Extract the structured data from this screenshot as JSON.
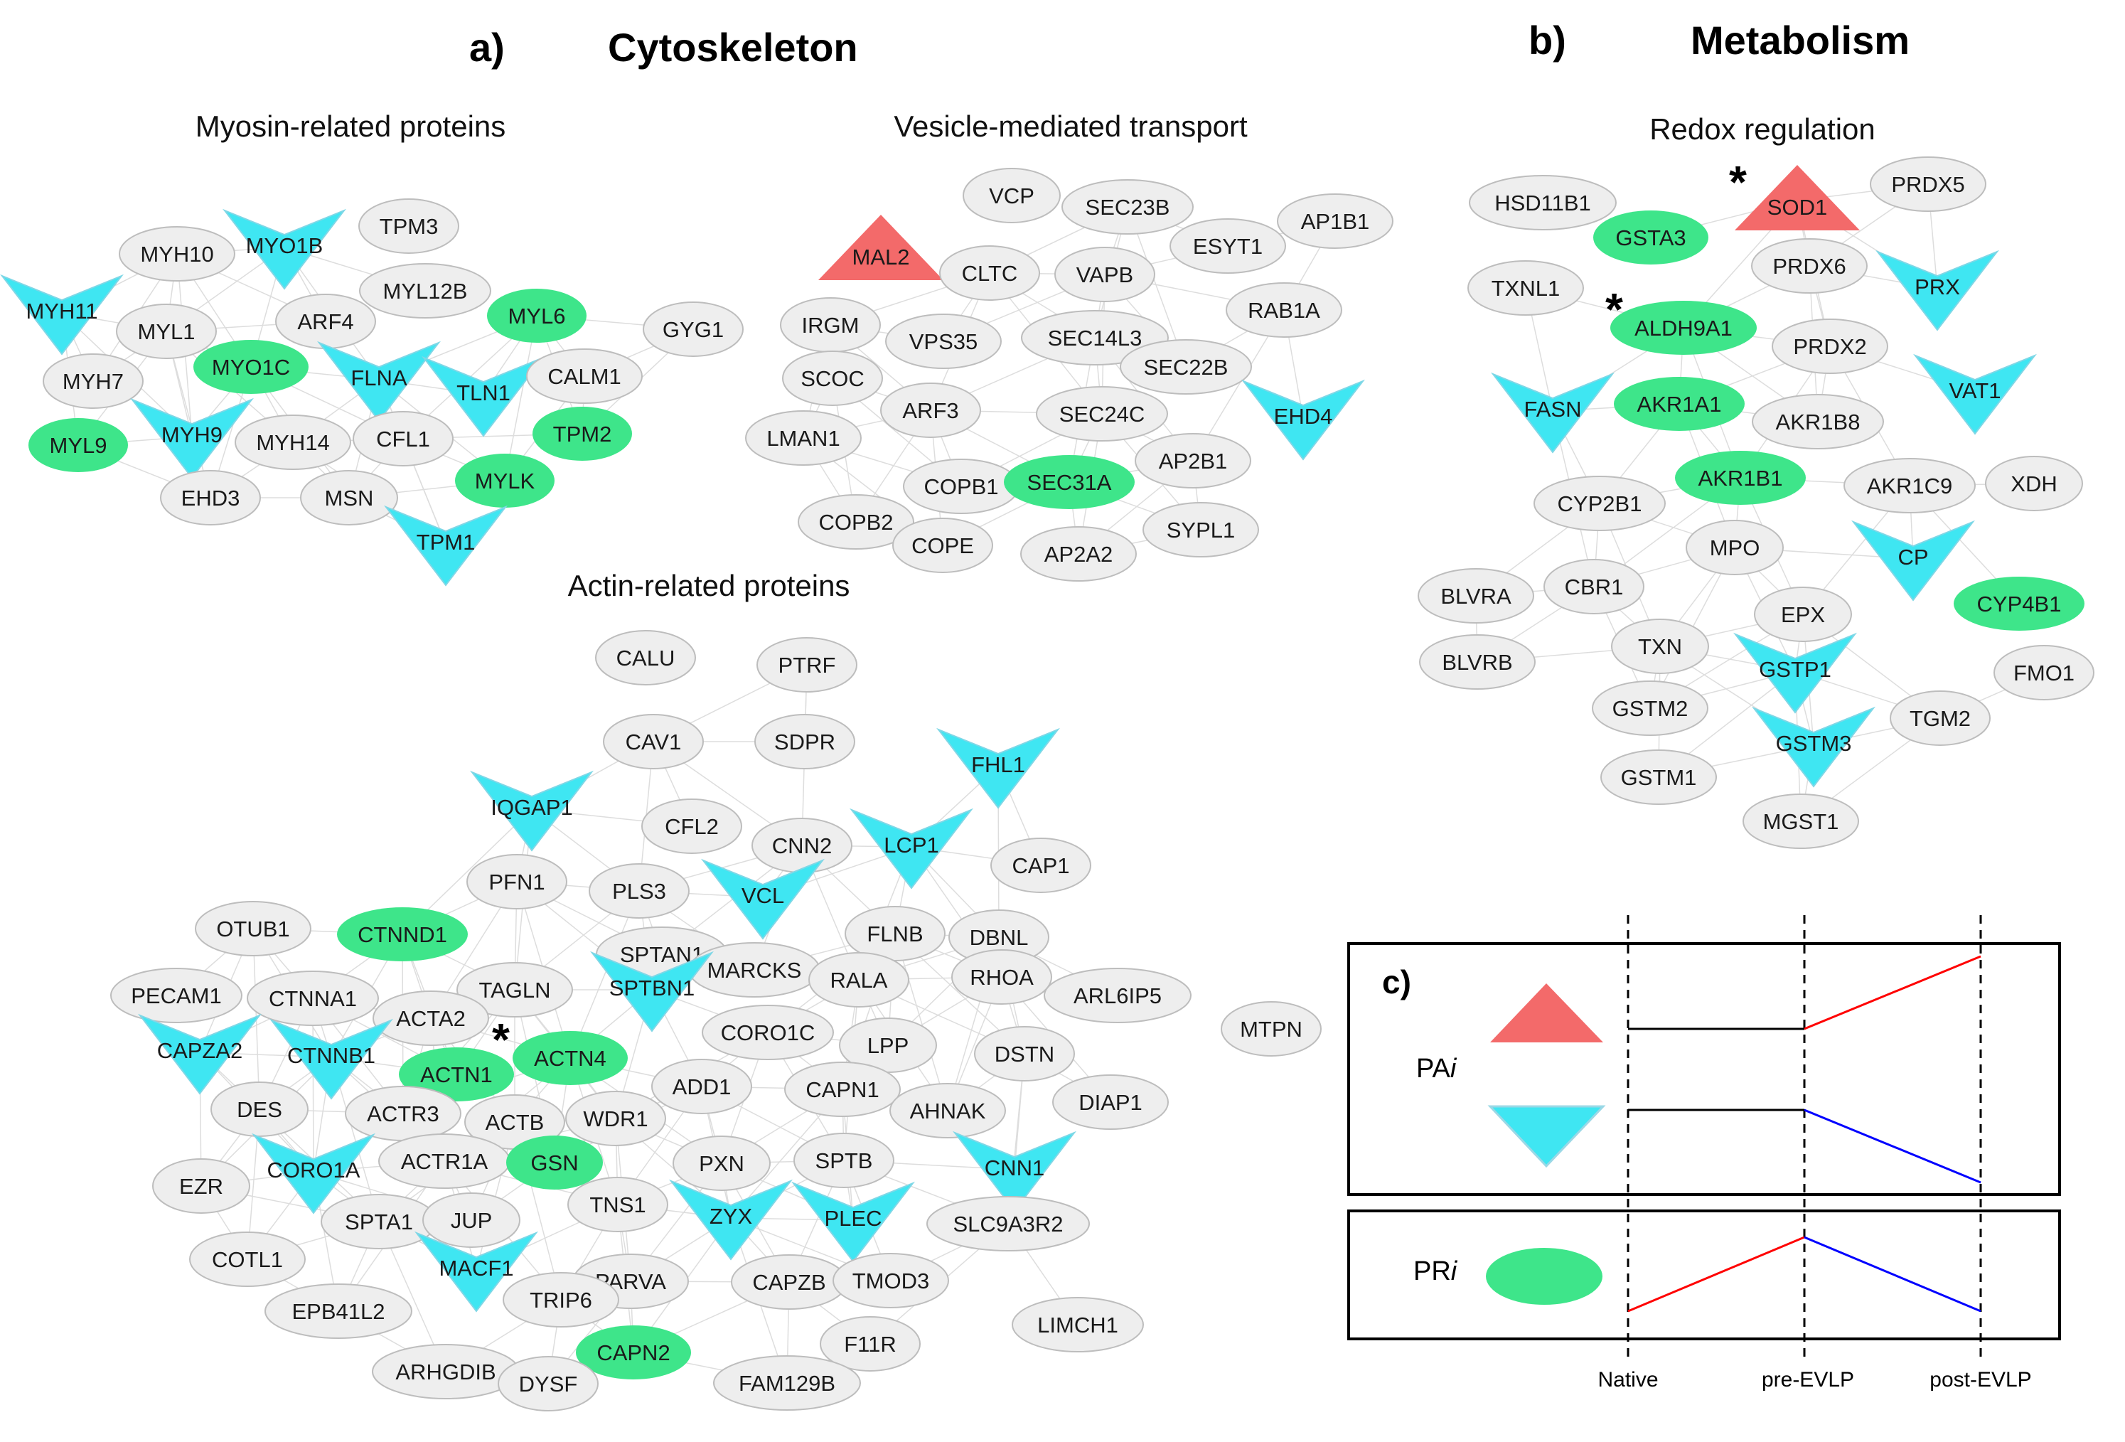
{
  "headers": {
    "a_letter": "a)",
    "a_title": "Cytoskeleton",
    "b_letter": "b)",
    "b_title": "Metabolism",
    "c_letter": "c)"
  },
  "subtitles": {
    "myosin": "Myosin-related proteins",
    "vesicle": "Vesicle-mediated transport",
    "actin": "Actin-related proteins",
    "redox": "Redox regulation"
  },
  "colors": {
    "gray_fill": "#eeeeee",
    "gray_stroke": "#bdbdbd",
    "green": "#3ee58a",
    "cyan": "#3fe6f2",
    "red": "#f36a6a",
    "edge": "#dddddd",
    "up_line": "#ff0000",
    "down_line": "#0000ff"
  },
  "networks": {
    "myosin": [
      {
        "label": "TPM3",
        "shape": "ellipse",
        "color": "gray"
      },
      {
        "label": "MYH10",
        "shape": "ellipse",
        "color": "gray"
      },
      {
        "label": "MYO1B",
        "shape": "vee",
        "color": "cyan"
      },
      {
        "label": "MYL12B",
        "shape": "ellipse",
        "color": "gray"
      },
      {
        "label": "MYH11",
        "shape": "vee",
        "color": "cyan"
      },
      {
        "label": "MYL1",
        "shape": "ellipse",
        "color": "gray"
      },
      {
        "label": "ARF4",
        "shape": "ellipse",
        "color": "gray"
      },
      {
        "label": "MYL6",
        "shape": "ellipse",
        "color": "green"
      },
      {
        "label": "GYG1",
        "shape": "ellipse",
        "color": "gray"
      },
      {
        "label": "MYH7",
        "shape": "ellipse",
        "color": "gray"
      },
      {
        "label": "MYO1C",
        "shape": "ellipse",
        "color": "green"
      },
      {
        "label": "FLNA",
        "shape": "vee",
        "color": "cyan"
      },
      {
        "label": "TLN1",
        "shape": "vee",
        "color": "cyan"
      },
      {
        "label": "CALM1",
        "shape": "ellipse",
        "color": "gray"
      },
      {
        "label": "MYL9",
        "shape": "ellipse",
        "color": "green"
      },
      {
        "label": "MYH9",
        "shape": "vee",
        "color": "cyan"
      },
      {
        "label": "MYH14",
        "shape": "ellipse",
        "color": "gray"
      },
      {
        "label": "CFL1",
        "shape": "ellipse",
        "color": "gray"
      },
      {
        "label": "TPM2",
        "shape": "ellipse",
        "color": "green"
      },
      {
        "label": "EHD3",
        "shape": "ellipse",
        "color": "gray"
      },
      {
        "label": "MSN",
        "shape": "ellipse",
        "color": "gray"
      },
      {
        "label": "MYLK",
        "shape": "ellipse",
        "color": "green"
      },
      {
        "label": "TPM1",
        "shape": "vee",
        "color": "cyan"
      }
    ],
    "vesicle": [
      {
        "label": "VCP",
        "shape": "ellipse",
        "color": "gray"
      },
      {
        "label": "SEC23B",
        "shape": "ellipse",
        "color": "gray"
      },
      {
        "label": "AP1B1",
        "shape": "ellipse",
        "color": "gray"
      },
      {
        "label": "MAL2",
        "shape": "triangle",
        "color": "red"
      },
      {
        "label": "CLTC",
        "shape": "ellipse",
        "color": "gray"
      },
      {
        "label": "VAPB",
        "shape": "ellipse",
        "color": "gray"
      },
      {
        "label": "ESYT1",
        "shape": "ellipse",
        "color": "gray"
      },
      {
        "label": "RAB1A",
        "shape": "ellipse",
        "color": "gray"
      },
      {
        "label": "IRGM",
        "shape": "ellipse",
        "color": "gray"
      },
      {
        "label": "VPS35",
        "shape": "ellipse",
        "color": "gray"
      },
      {
        "label": "SEC14L3",
        "shape": "ellipse",
        "color": "gray"
      },
      {
        "label": "SCOC",
        "shape": "ellipse",
        "color": "gray"
      },
      {
        "label": "SEC22B",
        "shape": "ellipse",
        "color": "gray"
      },
      {
        "label": "ARF3",
        "shape": "ellipse",
        "color": "gray"
      },
      {
        "label": "SEC24C",
        "shape": "ellipse",
        "color": "gray"
      },
      {
        "label": "EHD4",
        "shape": "vee",
        "color": "cyan"
      },
      {
        "label": "LMAN1",
        "shape": "ellipse",
        "color": "gray"
      },
      {
        "label": "AP2B1",
        "shape": "ellipse",
        "color": "gray"
      },
      {
        "label": "COPB1",
        "shape": "ellipse",
        "color": "gray"
      },
      {
        "label": "SEC31A",
        "shape": "ellipse",
        "color": "green"
      },
      {
        "label": "COPB2",
        "shape": "ellipse",
        "color": "gray"
      },
      {
        "label": "COPE",
        "shape": "ellipse",
        "color": "gray"
      },
      {
        "label": "SYPL1",
        "shape": "ellipse",
        "color": "gray"
      },
      {
        "label": "AP2A2",
        "shape": "ellipse",
        "color": "gray"
      }
    ],
    "actin": [
      {
        "label": "CALU",
        "shape": "ellipse",
        "color": "gray"
      },
      {
        "label": "PTRF",
        "shape": "ellipse",
        "color": "gray"
      },
      {
        "label": "CAV1",
        "shape": "ellipse",
        "color": "gray"
      },
      {
        "label": "SDPR",
        "shape": "ellipse",
        "color": "gray"
      },
      {
        "label": "FHL1",
        "shape": "vee",
        "color": "cyan"
      },
      {
        "label": "IQGAP1",
        "shape": "vee",
        "color": "cyan"
      },
      {
        "label": "CFL2",
        "shape": "ellipse",
        "color": "gray"
      },
      {
        "label": "CNN2",
        "shape": "ellipse",
        "color": "gray"
      },
      {
        "label": "LCP1",
        "shape": "vee",
        "color": "cyan"
      },
      {
        "label": "CAP1",
        "shape": "ellipse",
        "color": "gray"
      },
      {
        "label": "PFN1",
        "shape": "ellipse",
        "color": "gray"
      },
      {
        "label": "PLS3",
        "shape": "ellipse",
        "color": "gray"
      },
      {
        "label": "VCL",
        "shape": "vee",
        "color": "cyan"
      },
      {
        "label": "OTUB1",
        "shape": "ellipse",
        "color": "gray"
      },
      {
        "label": "CTNND1",
        "shape": "ellipse",
        "color": "green"
      },
      {
        "label": "SPTAN1",
        "shape": "ellipse",
        "color": "gray"
      },
      {
        "label": "FLNB",
        "shape": "ellipse",
        "color": "gray"
      },
      {
        "label": "DBNL",
        "shape": "ellipse",
        "color": "gray"
      },
      {
        "label": "PECAM1",
        "shape": "ellipse",
        "color": "gray"
      },
      {
        "label": "CTNNA1",
        "shape": "ellipse",
        "color": "gray"
      },
      {
        "label": "TAGLN",
        "shape": "ellipse",
        "color": "gray"
      },
      {
        "label": "MARCKS",
        "shape": "ellipse",
        "color": "gray"
      },
      {
        "label": "RALA",
        "shape": "ellipse",
        "color": "gray"
      },
      {
        "label": "RHOA",
        "shape": "ellipse",
        "color": "gray"
      },
      {
        "label": "ARL6IP5",
        "shape": "ellipse",
        "color": "gray"
      },
      {
        "label": "ACTA2",
        "shape": "ellipse",
        "color": "gray"
      },
      {
        "label": "SPTBN1",
        "shape": "vee",
        "color": "cyan"
      },
      {
        "label": "MTPN",
        "shape": "ellipse",
        "color": "gray"
      },
      {
        "label": "CAPZA2",
        "shape": "vee",
        "color": "cyan"
      },
      {
        "label": "CTNNB1",
        "shape": "vee",
        "color": "cyan"
      },
      {
        "label": "ACTN1",
        "shape": "ellipse",
        "color": "green"
      },
      {
        "label": "ACTN4",
        "shape": "ellipse",
        "color": "green",
        "star": true
      },
      {
        "label": "CORO1C",
        "shape": "ellipse",
        "color": "gray"
      },
      {
        "label": "LPP",
        "shape": "ellipse",
        "color": "gray"
      },
      {
        "label": "DSTN",
        "shape": "ellipse",
        "color": "gray"
      },
      {
        "label": "DES",
        "shape": "ellipse",
        "color": "gray"
      },
      {
        "label": "ACTR3",
        "shape": "ellipse",
        "color": "gray"
      },
      {
        "label": "ADD1",
        "shape": "ellipse",
        "color": "gray"
      },
      {
        "label": "CAPN1",
        "shape": "ellipse",
        "color": "gray"
      },
      {
        "label": "DIAP1",
        "shape": "ellipse",
        "color": "gray"
      },
      {
        "label": "ACTB",
        "shape": "ellipse",
        "color": "gray"
      },
      {
        "label": "WDR1",
        "shape": "ellipse",
        "color": "gray"
      },
      {
        "label": "AHNAK",
        "shape": "ellipse",
        "color": "gray"
      },
      {
        "label": "CORO1A",
        "shape": "vee",
        "color": "cyan"
      },
      {
        "label": "ACTR1A",
        "shape": "ellipse",
        "color": "gray"
      },
      {
        "label": "GSN",
        "shape": "ellipse",
        "color": "green"
      },
      {
        "label": "PXN",
        "shape": "ellipse",
        "color": "gray"
      },
      {
        "label": "SPTB",
        "shape": "ellipse",
        "color": "gray"
      },
      {
        "label": "CNN1",
        "shape": "vee",
        "color": "cyan"
      },
      {
        "label": "EZR",
        "shape": "ellipse",
        "color": "gray"
      },
      {
        "label": "SPTA1",
        "shape": "ellipse",
        "color": "gray"
      },
      {
        "label": "JUP",
        "shape": "ellipse",
        "color": "gray"
      },
      {
        "label": "TNS1",
        "shape": "ellipse",
        "color": "gray"
      },
      {
        "label": "ZYX",
        "shape": "vee",
        "color": "cyan"
      },
      {
        "label": "PLEC",
        "shape": "vee",
        "color": "cyan"
      },
      {
        "label": "SLC9A3R2",
        "shape": "ellipse",
        "color": "gray"
      },
      {
        "label": "COTL1",
        "shape": "ellipse",
        "color": "gray"
      },
      {
        "label": "MACF1",
        "shape": "vee",
        "color": "cyan"
      },
      {
        "label": "PARVA",
        "shape": "ellipse",
        "color": "gray"
      },
      {
        "label": "CAPZB",
        "shape": "ellipse",
        "color": "gray"
      },
      {
        "label": "TMOD3",
        "shape": "ellipse",
        "color": "gray"
      },
      {
        "label": "EPB41L2",
        "shape": "ellipse",
        "color": "gray"
      },
      {
        "label": "TRIP6",
        "shape": "ellipse",
        "color": "gray"
      },
      {
        "label": "LIMCH1",
        "shape": "ellipse",
        "color": "gray"
      },
      {
        "label": "CAPN2",
        "shape": "ellipse",
        "color": "green"
      },
      {
        "label": "F11R",
        "shape": "ellipse",
        "color": "gray"
      },
      {
        "label": "ARHGDIB",
        "shape": "ellipse",
        "color": "gray"
      },
      {
        "label": "DYSF",
        "shape": "ellipse",
        "color": "gray"
      },
      {
        "label": "FAM129B",
        "shape": "ellipse",
        "color": "gray"
      }
    ],
    "redox": [
      {
        "label": "HSD11B1",
        "shape": "ellipse",
        "color": "gray"
      },
      {
        "label": "SOD1",
        "shape": "triangle",
        "color": "red",
        "star": true
      },
      {
        "label": "PRDX5",
        "shape": "ellipse",
        "color": "gray"
      },
      {
        "label": "GSTA3",
        "shape": "ellipse",
        "color": "green"
      },
      {
        "label": "PRDX6",
        "shape": "ellipse",
        "color": "gray"
      },
      {
        "label": "TXNL1",
        "shape": "ellipse",
        "color": "gray"
      },
      {
        "label": "PRX",
        "shape": "vee",
        "color": "cyan"
      },
      {
        "label": "ALDH9A1",
        "shape": "ellipse",
        "color": "green",
        "star": true
      },
      {
        "label": "PRDX2",
        "shape": "ellipse",
        "color": "gray"
      },
      {
        "label": "VAT1",
        "shape": "vee",
        "color": "cyan"
      },
      {
        "label": "FASN",
        "shape": "vee",
        "color": "cyan"
      },
      {
        "label": "AKR1A1",
        "shape": "ellipse",
        "color": "green"
      },
      {
        "label": "AKR1B8",
        "shape": "ellipse",
        "color": "gray"
      },
      {
        "label": "AKR1B1",
        "shape": "ellipse",
        "color": "green"
      },
      {
        "label": "AKR1C9",
        "shape": "ellipse",
        "color": "gray"
      },
      {
        "label": "XDH",
        "shape": "ellipse",
        "color": "gray"
      },
      {
        "label": "CYP2B1",
        "shape": "ellipse",
        "color": "gray"
      },
      {
        "label": "MPO",
        "shape": "ellipse",
        "color": "gray"
      },
      {
        "label": "CP",
        "shape": "vee",
        "color": "cyan"
      },
      {
        "label": "BLVRA",
        "shape": "ellipse",
        "color": "gray"
      },
      {
        "label": "CBR1",
        "shape": "ellipse",
        "color": "gray"
      },
      {
        "label": "CYP4B1",
        "shape": "ellipse",
        "color": "green"
      },
      {
        "label": "EPX",
        "shape": "ellipse",
        "color": "gray"
      },
      {
        "label": "TXN",
        "shape": "ellipse",
        "color": "gray"
      },
      {
        "label": "BLVRB",
        "shape": "ellipse",
        "color": "gray"
      },
      {
        "label": "GSTP1",
        "shape": "vee",
        "color": "cyan"
      },
      {
        "label": "FMO1",
        "shape": "ellipse",
        "color": "gray"
      },
      {
        "label": "GSTM2",
        "shape": "ellipse",
        "color": "gray"
      },
      {
        "label": "TGM2",
        "shape": "ellipse",
        "color": "gray"
      },
      {
        "label": "GSTM3",
        "shape": "vee",
        "color": "cyan"
      },
      {
        "label": "GSTM1",
        "shape": "ellipse",
        "color": "gray"
      },
      {
        "label": "MGST1",
        "shape": "ellipse",
        "color": "gray"
      }
    ]
  },
  "legend": {
    "pai_prefix": "PA",
    "pai_suffix": "i",
    "pri_prefix": "PR",
    "pri_suffix": "i",
    "timepoints": [
      "Native",
      "pre-EVLP",
      "post-EVLP"
    ],
    "pai_up": {
      "shape": "triangle",
      "color": "red",
      "trend": "flat then increase"
    },
    "pai_down": {
      "shape": "vee",
      "color": "cyan",
      "trend": "flat then decrease"
    },
    "pri": {
      "shape": "ellipse",
      "color": "green",
      "trend": "increase then decrease"
    }
  }
}
